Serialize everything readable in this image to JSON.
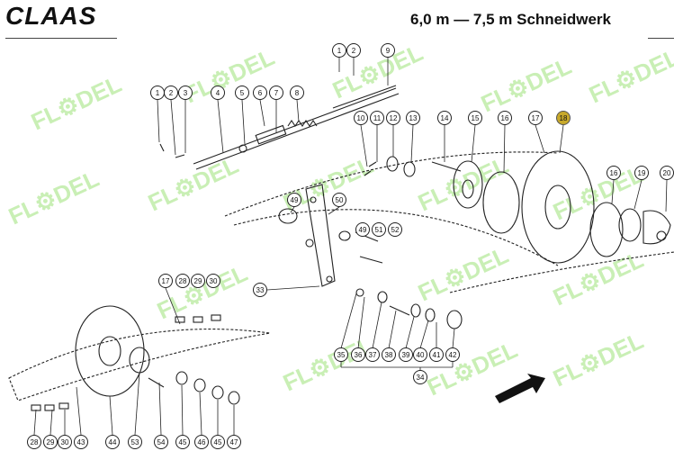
{
  "header": {
    "brand": "CLAAS",
    "title": "6,0 m — 7,5 m Schneidwerk"
  },
  "watermark": {
    "text": "FL DEL",
    "color": "#9ee27a"
  },
  "footer": {
    "code": ""
  },
  "highlight_color": "#c8a92a",
  "callouts": [
    {
      "n": "1"
    },
    {
      "n": "2"
    },
    {
      "n": "9"
    },
    {
      "n": "1"
    },
    {
      "n": "2"
    },
    {
      "n": "3"
    },
    {
      "n": "4"
    },
    {
      "n": "5"
    },
    {
      "n": "6"
    },
    {
      "n": "7"
    },
    {
      "n": "8"
    },
    {
      "n": "10"
    },
    {
      "n": "11"
    },
    {
      "n": "12"
    },
    {
      "n": "13"
    },
    {
      "n": "14"
    },
    {
      "n": "15"
    },
    {
      "n": "16"
    },
    {
      "n": "17"
    },
    {
      "n": "18"
    },
    {
      "n": "16"
    },
    {
      "n": "19"
    },
    {
      "n": "20"
    },
    {
      "n": "49"
    },
    {
      "n": "50"
    },
    {
      "n": "49"
    },
    {
      "n": "51"
    },
    {
      "n": "52"
    },
    {
      "n": "33"
    },
    {
      "n": "17"
    },
    {
      "n": "28"
    },
    {
      "n": "29"
    },
    {
      "n": "30"
    },
    {
      "n": "35"
    },
    {
      "n": "36"
    },
    {
      "n": "37"
    },
    {
      "n": "38"
    },
    {
      "n": "39"
    },
    {
      "n": "40"
    },
    {
      "n": "41"
    },
    {
      "n": "42"
    },
    {
      "n": "34"
    },
    {
      "n": "28"
    },
    {
      "n": "29"
    },
    {
      "n": "30"
    },
    {
      "n": "43"
    },
    {
      "n": "44"
    },
    {
      "n": "53"
    },
    {
      "n": "54"
    },
    {
      "n": "45"
    },
    {
      "n": "46"
    },
    {
      "n": "45"
    },
    {
      "n": "47"
    }
  ]
}
